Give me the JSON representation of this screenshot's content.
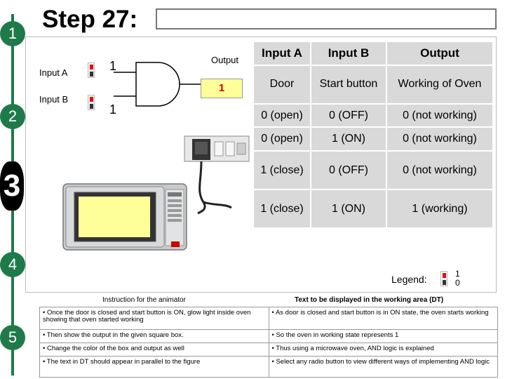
{
  "title": "Step 27:",
  "steps": [
    "1",
    "2",
    "3",
    "4",
    "5"
  ],
  "gate": {
    "input_a_label": "Input A",
    "input_b_label": "Input B",
    "input_a_value": "1",
    "input_b_value": "1",
    "output_label": "Output",
    "output_value": "1"
  },
  "truth_table": {
    "headers": [
      "Input A",
      "Input B",
      "Output"
    ],
    "subheaders": [
      "Door",
      "Start button",
      "Working of Oven"
    ],
    "rows": [
      [
        "0 (open)",
        "0 (OFF)",
        "0 (not working)"
      ],
      [
        "0 (open)",
        "1 (ON)",
        "0 (not working)"
      ],
      [
        "1 (close)",
        "0 (OFF)",
        "0 (not working)"
      ],
      [
        "1 (close)",
        "1 (ON)",
        "1 (working)"
      ]
    ]
  },
  "legend": {
    "label": "Legend:",
    "one": "1",
    "zero": "0"
  },
  "instructions": {
    "animator_header": "Instruction for the animator",
    "dt_header": "Text to be displayed in the working area (DT)",
    "rows": [
      [
        "•  Once the door is closed and start button is ON, glow light inside oven showing that oven started working",
        "•  As door is closed and start button is in ON state, the oven starts working"
      ],
      [
        "•  Then show the output in the given square box.",
        "•  So the oven in working state represents 1"
      ],
      [
        "•  Change the color of the box and output as well",
        "•  Thus using a microwave oven, AND logic is explained"
      ],
      [
        "•  The text in DT should appear  in parallel to the figure",
        "•  Select any radio button to view different ways of implementing AND logic"
      ]
    ]
  },
  "colors": {
    "accent": "#1f7a4a",
    "table_bg": "#d9d9d9",
    "glow": "#ffff99",
    "output_text": "#d00000"
  }
}
